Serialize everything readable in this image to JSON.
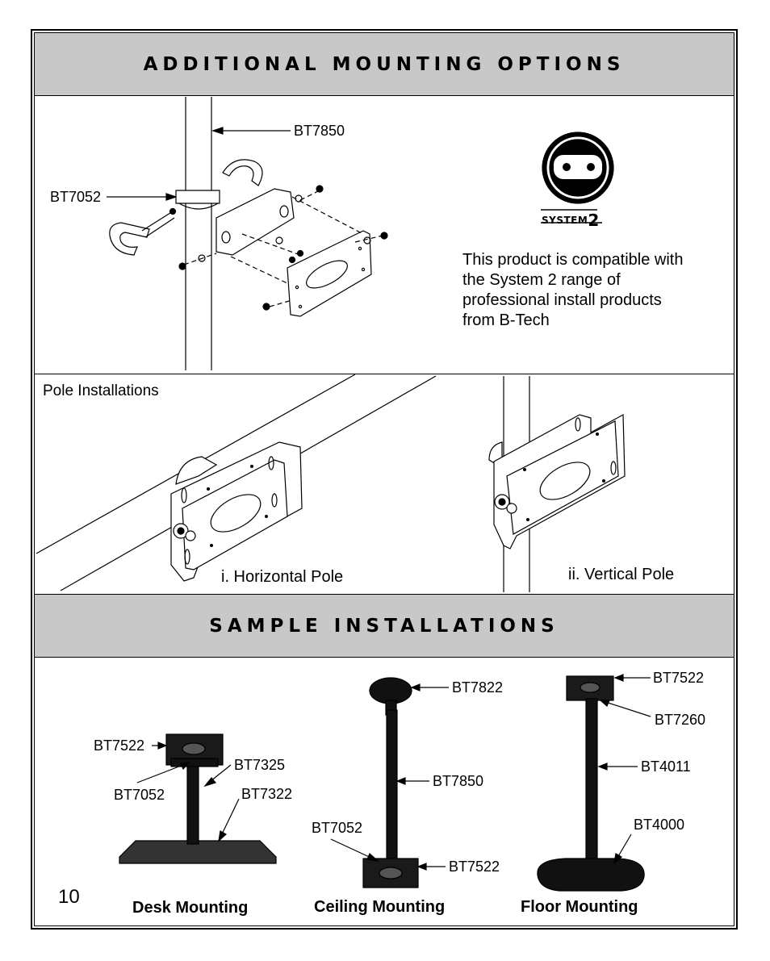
{
  "sections": {
    "additional_title": "Additional Mounting Options",
    "sample_title": "Sample Installations"
  },
  "top_diagram": {
    "callout_pole": "BT7850",
    "callout_clamp": "BT7052"
  },
  "system2": {
    "logo_text": "SYSTEM",
    "logo_digit": "2",
    "description": "This product is compatible with\nthe System 2 range of\nprofessional install products\nfrom B-Tech"
  },
  "pole_installations": {
    "heading": "Pole Installations",
    "horizontal_label": "i. Horizontal Pole",
    "vertical_label": "ii. Vertical Pole"
  },
  "samples": {
    "desk": {
      "caption": "Desk Mounting",
      "callouts": [
        "BT7522",
        "BT7325",
        "BT7052",
        "BT7322"
      ]
    },
    "ceiling": {
      "caption": "Ceiling Mounting",
      "callouts": [
        "BT7822",
        "BT7850",
        "BT7052",
        "BT7522"
      ]
    },
    "floor": {
      "caption": "Floor Mounting",
      "callouts": [
        "BT7522",
        "BT7260",
        "BT4011",
        "BT4000"
      ]
    }
  },
  "page_number": "10"
}
